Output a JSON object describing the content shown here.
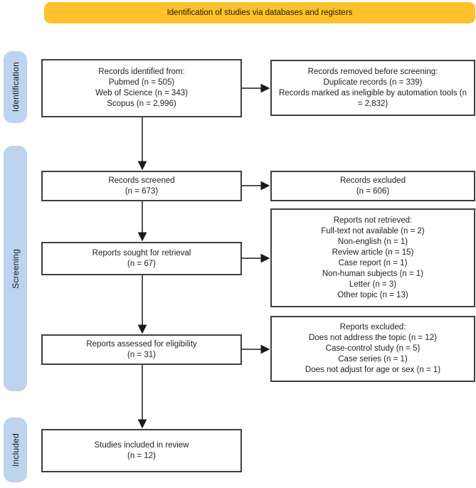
{
  "banner": {
    "label": "Identification of studies via databases and registers"
  },
  "colors": {
    "banner_bg": "#FFC12B",
    "stage_bg": "#BDD3EE",
    "box_border": "#3F3F3F",
    "arrow": "#1A1A1A"
  },
  "stages": {
    "identification": "Identification",
    "screening": "Screening",
    "included": "Included"
  },
  "boxes": {
    "records_identified": [
      "Records identified from:",
      "Pubmed (n = 505)",
      "Web of Science (n = 343)",
      "Scopus (n = 2,996)"
    ],
    "records_removed": [
      "Records removed before screening:",
      "Duplicate records (n = 339)",
      "Records marked as ineligible by automation tools (n = 2,832)"
    ],
    "records_screened": [
      "Records screened",
      "(n = 673)"
    ],
    "records_excluded": [
      "Records excluded",
      "(n = 606)"
    ],
    "reports_sought": [
      "Reports sought for retrieval",
      "(n = 67)"
    ],
    "reports_not_retrieved": [
      "Reports not retrieved:",
      "Full-text not available (n = 2)",
      "Non-english (n = 1)",
      "Review article (n = 15)",
      "Case report (n = 1)",
      "Non-human subjects (n = 1)",
      "Letter (n = 3)",
      "Other topic (n = 13)"
    ],
    "reports_assessed": [
      "Reports assessed for eligibility",
      "(n = 31)"
    ],
    "reports_excluded": [
      "Reports excluded:",
      "Does not address the topic (n = 12)",
      "Case-control study (n = 5)",
      "Case series (n = 1)",
      "Does not adjust for age or sex (n = 1)"
    ],
    "studies_included": [
      "Studies included in review",
      "(n = 12)"
    ]
  }
}
